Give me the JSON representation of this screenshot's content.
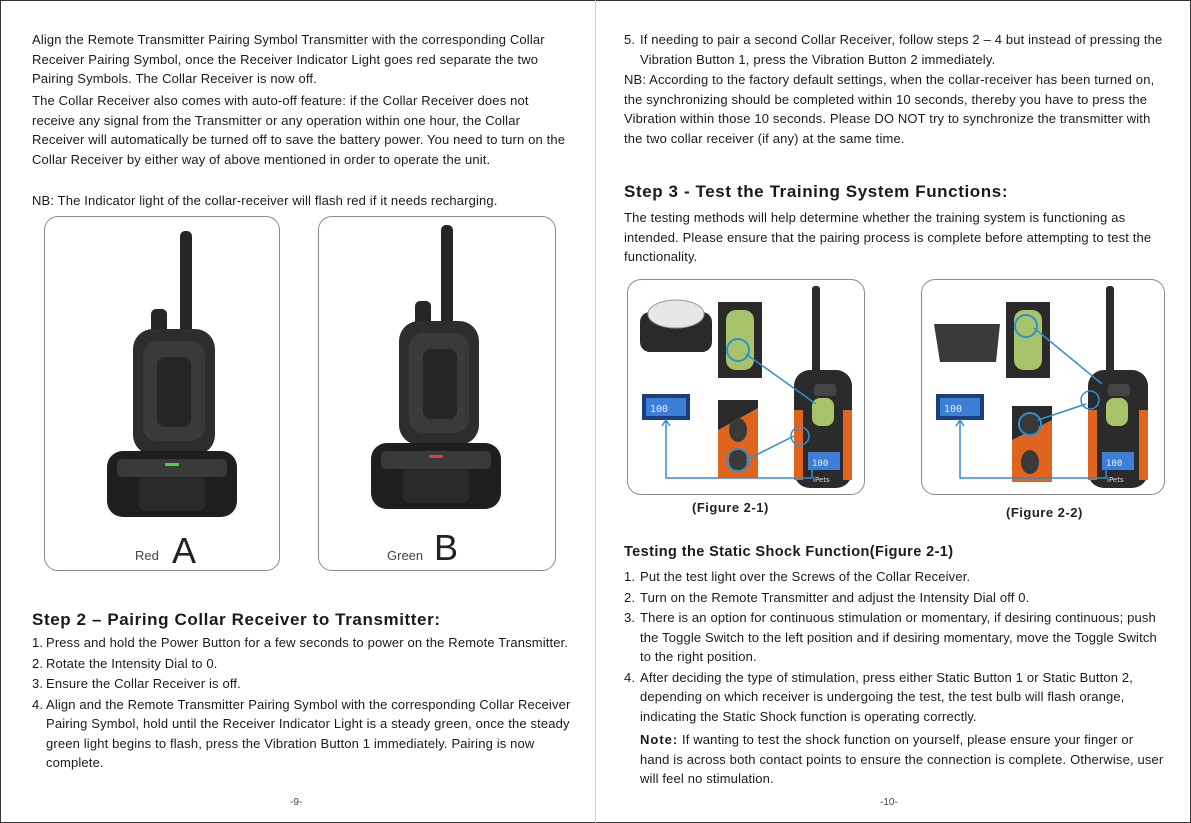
{
  "left_page": {
    "para1": "Align the Remote Transmitter Pairing Symbol Transmitter with the corresponding Collar Receiver Pairing Symbol, once the Receiver Indicator Light goes red separate the two Pairing Symbols. The Collar Receiver is now off.",
    "para2": "The Collar Receiver also comes with auto-off feature: if the Collar Receiver does not receive any signal from the Transmitter or any operation within one hour, the Collar Receiver will automatically be turned off to save the battery power. You need to turn on the Collar Receiver by either way of above mentioned in order to operate the unit.",
    "para3": "NB: The Indicator light of the collar-receiver will flash red if it needs recharging.",
    "photo_a": {
      "caption_word": "Red",
      "caption_letter": "A",
      "light_color": "#4cd14c"
    },
    "photo_b": {
      "caption_word": "Green",
      "caption_letter": "B",
      "light_color": "#e23b3b"
    },
    "step2_heading": "Step 2 – Pairing Collar Receiver to Transmitter:",
    "step2_items": [
      {
        "num": "1.",
        "text": "Press and hold the Power Button for a few seconds to power on the Remote Transmitter."
      },
      {
        "num": "2.",
        "text": "Rotate the Intensity Dial to 0."
      },
      {
        "num": "3.",
        "text": "Ensure the Collar Receiver is off."
      },
      {
        "num": "4.",
        "text": "Align and the Remote Transmitter Pairing Symbol with the corresponding Collar Receiver Pairing Symbol, hold until the Receiver Indicator Light is a steady green, once the steady green light begins to flash, press the Vibration Button 1 immediately. Pairing is now complete."
      }
    ],
    "page_number": "-9-"
  },
  "right_page": {
    "item5_num": "5.",
    "item5_text": "If needing to pair a second Collar Receiver, follow steps 2 – 4 but instead of pressing the Vibration Button 1, press the Vibration Button 2 immediately.",
    "nb_text": "NB: According to the factory default settings, when the collar-receiver has been turned on, the synchronizing should be completed within 10 seconds, thereby you  have to press the Vibration within those 10 seconds. Please DO NOT try to synchronize the transmitter with the two collar receiver (if any) at the same time.",
    "step3_heading": "Step 3 - Test the Training System Functions:",
    "step3_text": "The testing methods will help determine whether the training system is functioning as intended. Please ensure that the pairing process is complete before attempting to test the functionality.",
    "figure1_caption": "(Figure 2-1)",
    "figure2_caption": "(Figure 2-2)",
    "lcd_value": "100",
    "brand_label": "iPets",
    "static_heading": "Testing the Static Shock Function(Figure 2-1)",
    "static_items": [
      {
        "num": "1.",
        "text": "Put the test light over the Screws of the Collar Receiver."
      },
      {
        "num": "2.",
        "text": "Turn on the Remote Transmitter and adjust the Intensity Dial off 0."
      },
      {
        "num": "3.",
        "text": "There is an option for continuous stimulation or momentary, if desiring continuous; push the Toggle Switch to the left position and if desiring momentary, move the Toggle Switch to the right position."
      },
      {
        "num": "4.",
        "text": "After deciding the type of stimulation, press either Static Button 1 or Static Button 2, depending on which receiver is undergoing the test, the test bulb will flash orange, indicating the Static Shock function is operating correctly."
      }
    ],
    "note_label": "Note:",
    "note_text": " If wanting to test the shock function on yourself, please ensure your finger or hand is across both contact points to ensure the connection is complete. Otherwise, user will feel no stimulation.",
    "page_number": "-10-"
  },
  "colors": {
    "device_body": "#2b2b2b",
    "accent_orange": "#e0641e",
    "button_green": "#a8c46a",
    "lcd_blue": "#3d7fd6",
    "pointer_line": "#2f8fd0"
  }
}
